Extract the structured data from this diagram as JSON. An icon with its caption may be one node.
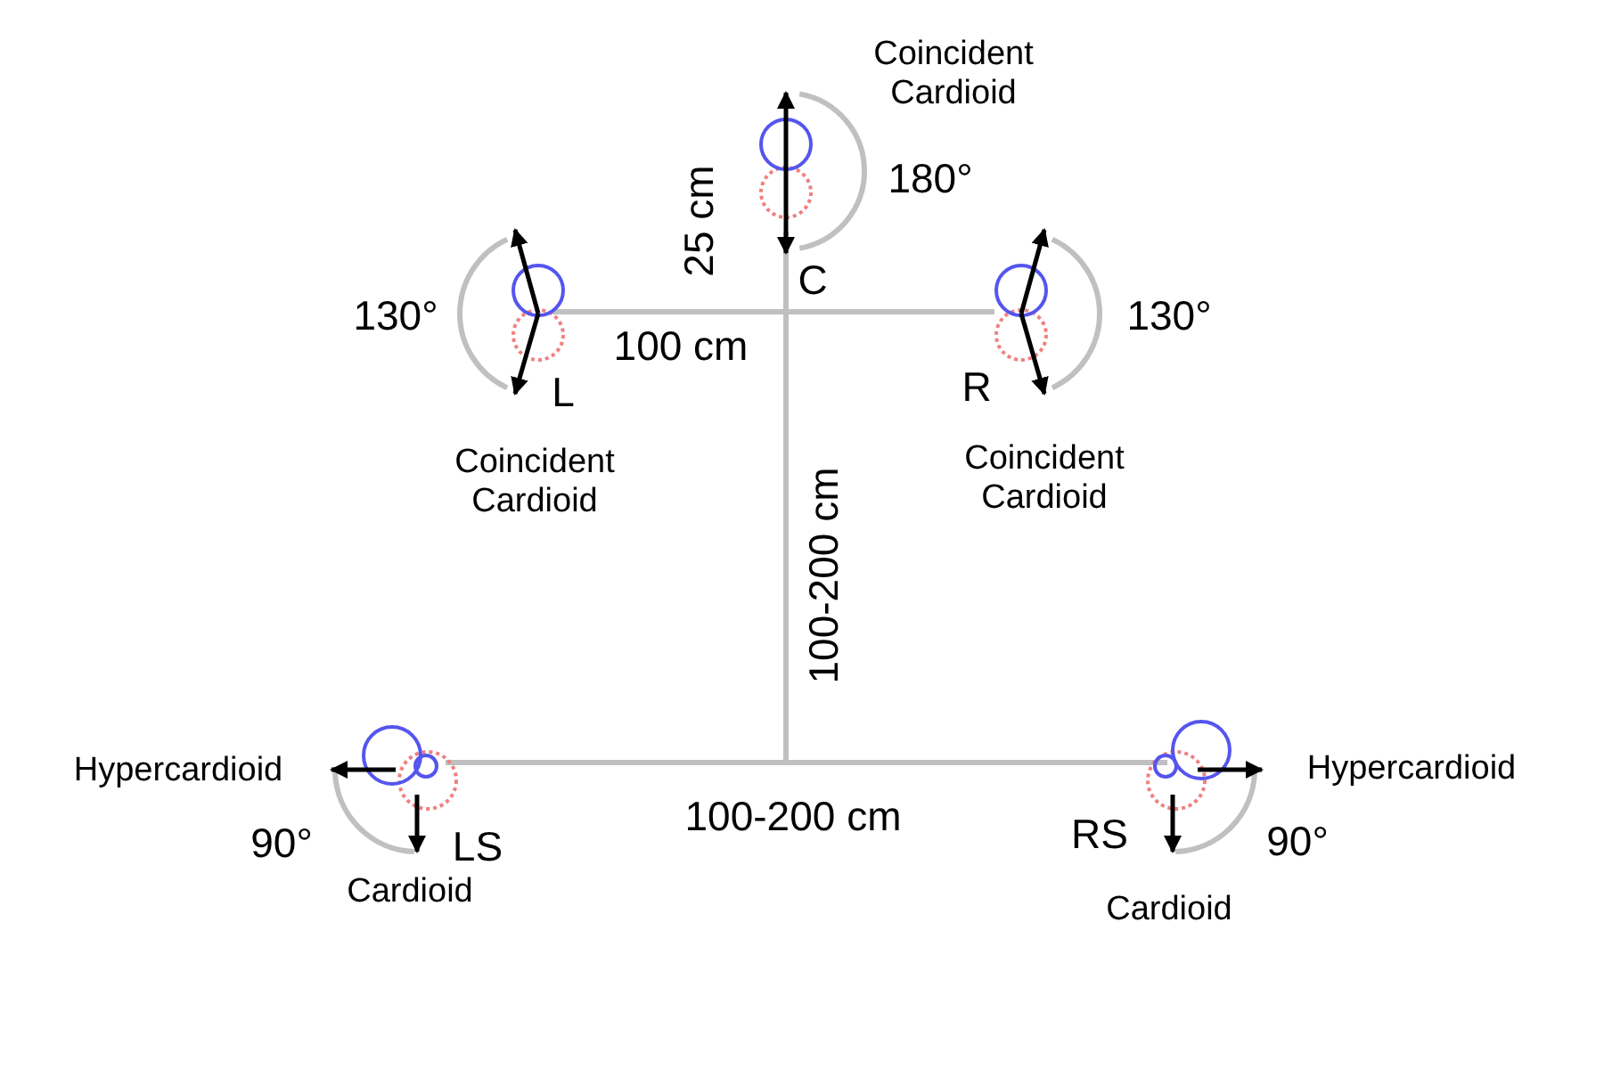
{
  "diagram": {
    "labels": [
      "Coincident Cardioid",
      "25 cm",
      "180°",
      "130°",
      "C",
      "130°",
      "100 cm",
      "L",
      "R",
      "Coincident Cardioid",
      "Coincident Cardioid",
      "100-200 cm",
      "Hypercardioid",
      "Hypercardioid",
      "90°",
      "LS",
      "100-200 cm",
      "RS",
      "90°",
      "Cardioid",
      "Cardioid"
    ]
  }
}
